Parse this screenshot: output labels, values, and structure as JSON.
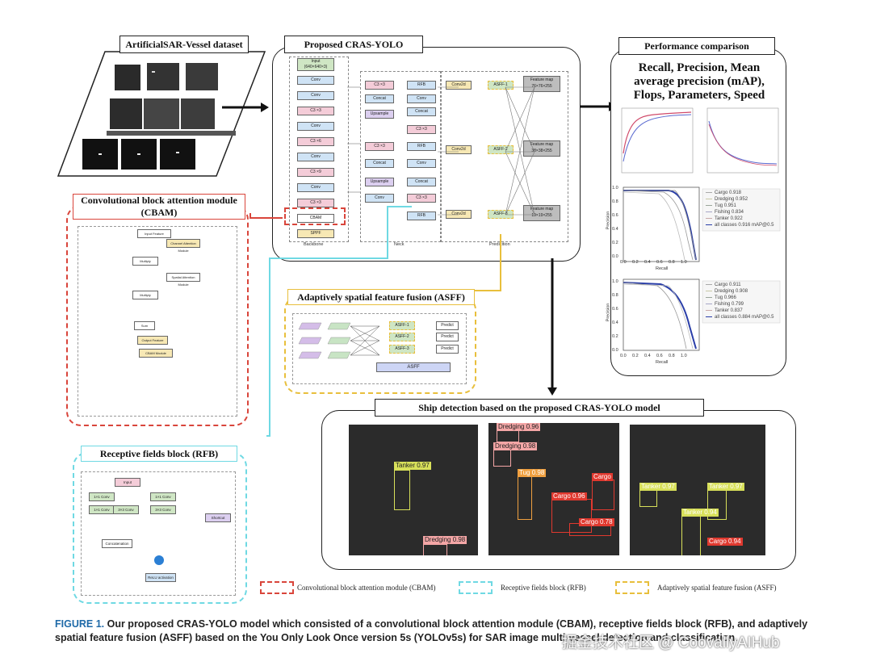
{
  "dataset": {
    "title": "ArtificialSAR-Vessel dataset"
  },
  "cras": {
    "title": "Proposed CRAS-YOLO",
    "backbone_label": "Backbone",
    "neck_label": "Neck",
    "prediction_label": "Predicition",
    "input_line1": "Input",
    "input_line2": "(640×640×3)",
    "backbone_blocks": [
      "Conv",
      "Conv",
      "C3 ×3",
      "Conv",
      "C3 ×6",
      "Conv",
      "C3 ×9",
      "Conv",
      "C3 ×3",
      "CBAM",
      "SPPF"
    ],
    "neck_blocks": [
      "C3 ×3",
      "RFB",
      "Concat",
      "Conv",
      "Upsample",
      "Concat",
      "C3 ×3",
      "C3 ×3",
      "RFB",
      "Concat",
      "Conv",
      "Upsample",
      "Concat",
      "C3 ×3",
      "Conv",
      "RFB"
    ],
    "conv2d": [
      "Conv2d",
      "Conv2d",
      "Conv2d"
    ],
    "asff": [
      "ASFF-1",
      "ASFF-2",
      "ASFF-3"
    ],
    "feature_maps": [
      {
        "line1": "Feature map",
        "line2": "76×76×255"
      },
      {
        "line1": "Feature map",
        "line2": "38×38×255"
      },
      {
        "line1": "Feature map",
        "line2": "19×19×255"
      }
    ]
  },
  "performance": {
    "title": "Performance comparison",
    "heading": "Recall, Precision, Mean average precision (mAP), Flops, Parameters, Speed",
    "pr1": {
      "legend": [
        "Cargo 0.918",
        "Dredging 0.952",
        "Tug 0.951",
        "Fishing 0.834",
        "Tanker 0.922",
        "all classes 0.916 mAP@0.5"
      ],
      "ylabel": "Precision",
      "xlabel": "Recall",
      "ticks": [
        "0.0",
        "0.2",
        "0.4",
        "0.6",
        "0.8",
        "1.0"
      ]
    },
    "pr2": {
      "legend": [
        "Cargo 0.911",
        "Dredging 0.908",
        "Tug 0.966",
        "Fishing 0.799",
        "Tanker 0.837",
        "all classes 0.884 mAP@0.5"
      ],
      "ylabel": "Precision",
      "xlabel": "Recall",
      "ticks": [
        "0.0",
        "0.2",
        "0.4",
        "0.6",
        "0.8",
        "1.0"
      ]
    }
  },
  "cbam": {
    "title_line1": "Convolutional block attention module",
    "title_line2": "(CBAM)",
    "blocks": [
      "Input Feature",
      "Channel Attention Module",
      "Multiply",
      "Spatial Attention Module",
      "Multiply",
      "Sum",
      "Output Feature",
      "CBAM Module"
    ]
  },
  "asff_panel": {
    "title": "Adaptively spatial feature fusion (ASFF)",
    "labels": [
      "ASFF-1",
      "ASFF-2",
      "ASFF-3"
    ],
    "predict": [
      "Predict",
      "Predict",
      "Predict"
    ],
    "footer": "ASFF"
  },
  "rfb": {
    "title": "Receptive fields block (RFB)",
    "blocks": [
      "Input",
      "1×1 Conv",
      "1×1 Conv",
      "1×1 Conv",
      "3×3 Conv",
      "3×3 Conv",
      "Shortcut",
      "Concatenation",
      "ReLU activation"
    ]
  },
  "detection": {
    "title": "Ship detection based on the proposed CRAS-YOLO model",
    "image1": [
      {
        "label": "Tanker 0.97",
        "color": "#d8e05a"
      },
      {
        "label": "Dredging 0.98",
        "color": "#f4a6a6"
      }
    ],
    "image2": [
      {
        "label": "Dredging 0.96",
        "color": "#f4a6a6"
      },
      {
        "label": "Dredging 0.98",
        "color": "#f4a6a6"
      },
      {
        "label": "Tug 0.98",
        "color": "#f0a040"
      },
      {
        "label": "Cargo 0.96",
        "color": "#e0392f"
      },
      {
        "label": "Cargo 0.78",
        "color": "#e0392f"
      },
      {
        "label": "Cargo",
        "color": "#e0392f"
      }
    ],
    "image3": [
      {
        "label": "Tanker 0.97",
        "color": "#d8e05a"
      },
      {
        "label": "Tanker 0.97",
        "color": "#d8e05a"
      },
      {
        "label": "Tanker 0.94",
        "color": "#d8e05a"
      },
      {
        "label": "Cargo 0.94",
        "color": "#e0392f"
      }
    ]
  },
  "legend": {
    "cbam": "Convolutional block attention module (CBAM)",
    "rfb": "Receptive fields block (RFB)",
    "asff": "Adaptively spatial feature fusion (ASFF)"
  },
  "caption": {
    "figure": "FIGURE 1.",
    "text": "Our proposed CRAS-YOLO model which consisted of a convolutional block attention module (CBAM), receptive fields block (RFB), and adaptively spatial feature fusion (ASFF) based on the You Only Look Once version 5s (YOLOv5s) for SAR image multi-vessel detection and classification."
  },
  "watermark": "掘金技术社区 @ CoovallyAIHub"
}
